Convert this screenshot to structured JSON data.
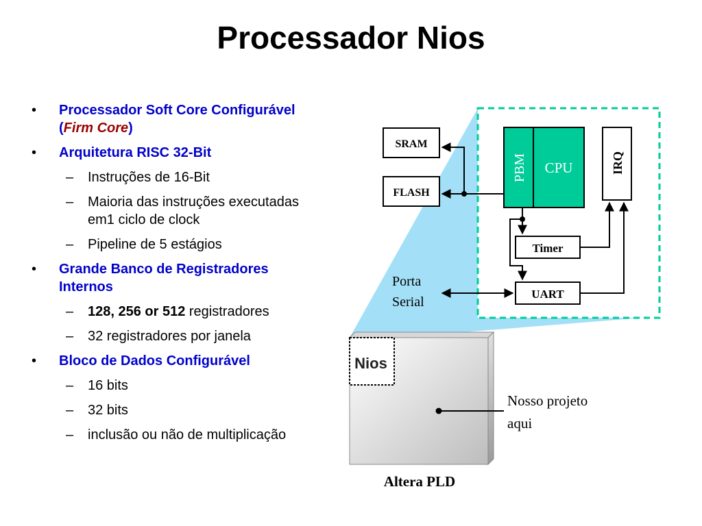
{
  "title": "Processador Nios",
  "bullets": [
    {
      "text": "Processador Soft Core Configurável",
      "text_line2_prefix": "(",
      "accent": "Firm Core",
      "text_line2_suffix": ")"
    },
    {
      "text": "Arquitetura RISC 32-Bit",
      "sub": [
        "Instruções de 16-Bit",
        "Maioria das instruções executadas",
        "em1 ciclo de clock",
        "Pipeline de 5 estágios"
      ]
    },
    {
      "text": "Grande Banco de Registradores",
      "text_line2": "Internos",
      "sub_bold": "128, 256 or 512",
      "sub_bold_rest": " registradores",
      "sub2": "32 registradores por janela"
    },
    {
      "text": "Bloco de Dados Configurável",
      "sub": [
        "16 bits",
        "32 bits",
        "inclusão ou não de multiplicação"
      ]
    }
  ],
  "diagram": {
    "blocks": {
      "sram": "SRAM",
      "flash": "FLASH",
      "pbm": "PBM",
      "cpu": "CPU",
      "irq": "IRQ",
      "timer": "Timer",
      "uart": "UART"
    },
    "serial_port_line1": "Porta",
    "serial_port_line2": "Serial",
    "nios_logo": "Nios",
    "project_label_line1": "Nosso projeto",
    "project_label_line2": "aqui",
    "chip_label": "Altera PLD",
    "colors": {
      "cpu_fill": "#00cc99",
      "zoom_fill": "#99ddf7",
      "dashed_border": "#00cc99",
      "accent_blue": "#0000cc",
      "accent_red": "#990000"
    }
  }
}
